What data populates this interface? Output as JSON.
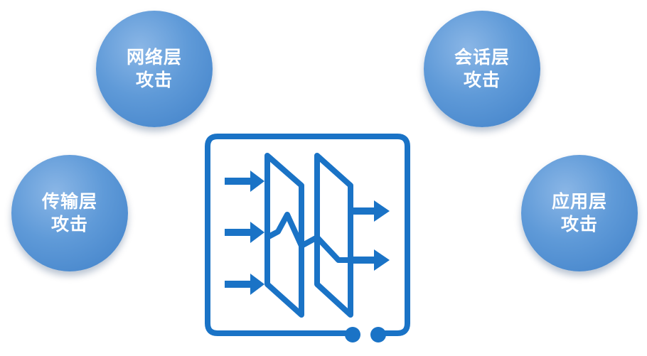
{
  "bubbles": {
    "network": {
      "line1": "网络层",
      "line2": "攻击"
    },
    "session": {
      "line1": "会话层",
      "line2": "攻击"
    },
    "transport": {
      "line1": "传输层",
      "line2": "攻击"
    },
    "application": {
      "line1": "应用层",
      "line2": "攻击"
    }
  },
  "colors": {
    "bubble": "#5b97d6",
    "icon": "#1a73c6"
  },
  "icons": {
    "center": "firewall-filter-icon"
  }
}
